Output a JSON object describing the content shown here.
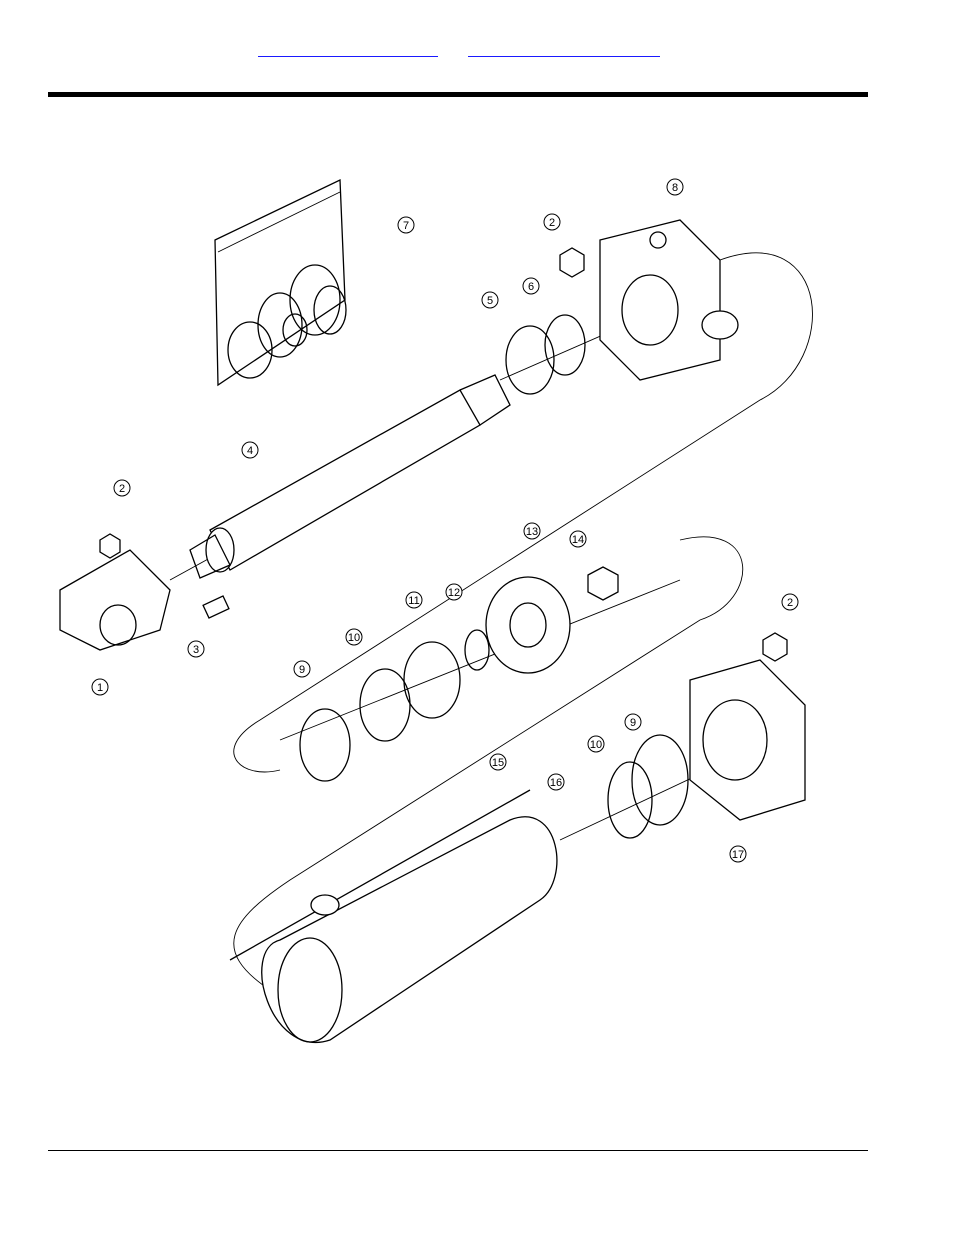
{
  "header": {
    "links": [
      {
        "label": ""
      },
      {
        "label": ""
      }
    ]
  },
  "diagram": {
    "callouts": [
      {
        "id": "c1",
        "label": "1"
      },
      {
        "id": "c2a",
        "label": "2"
      },
      {
        "id": "c2b",
        "label": "2"
      },
      {
        "id": "c2c",
        "label": "2"
      },
      {
        "id": "c3",
        "label": "3"
      },
      {
        "id": "c4",
        "label": "4"
      },
      {
        "id": "c5",
        "label": "5"
      },
      {
        "id": "c6",
        "label": "6"
      },
      {
        "id": "c7",
        "label": "7"
      },
      {
        "id": "c8",
        "label": "8"
      },
      {
        "id": "c9a",
        "label": "9"
      },
      {
        "id": "c9b",
        "label": "9"
      },
      {
        "id": "c10a",
        "label": "10"
      },
      {
        "id": "c10b",
        "label": "10"
      },
      {
        "id": "c11",
        "label": "11"
      },
      {
        "id": "c12",
        "label": "12"
      },
      {
        "id": "c13",
        "label": "13"
      },
      {
        "id": "c14",
        "label": "14"
      },
      {
        "id": "c15",
        "label": "15"
      },
      {
        "id": "c16",
        "label": "16"
      },
      {
        "id": "c17",
        "label": "17"
      }
    ]
  }
}
